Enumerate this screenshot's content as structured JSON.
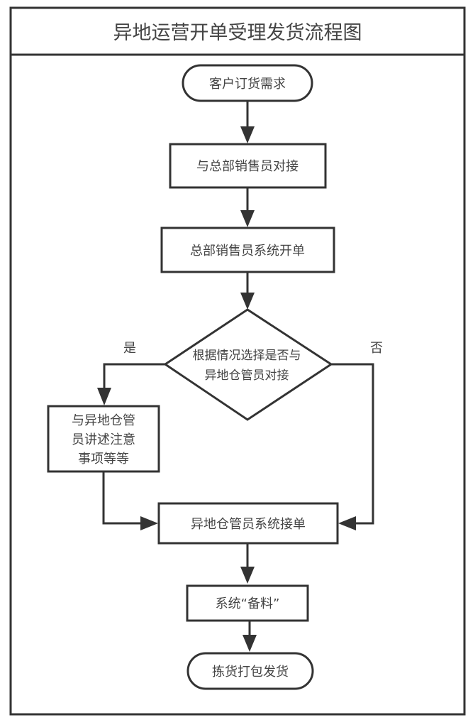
{
  "title": "异地运营开单受理发货流程图",
  "nodes": {
    "start": "客户订货需求",
    "contact_sales": "与总部销售员对接",
    "sales_order": "总部销售员系统开单",
    "decision": [
      "根据情况选择是否与",
      "异地仓管员对接"
    ],
    "brief_warehouse": [
      "与异地仓管",
      "员讲述注意",
      "事项等等"
    ],
    "warehouse_receive": "异地仓管员系统接单",
    "system_prepare": "系统“备料”",
    "end": "拣货打包发货"
  },
  "branch_labels": {
    "yes": "是",
    "no": "否"
  },
  "colors": {
    "stroke": "#333333",
    "text": "#444444",
    "background": "#ffffff"
  }
}
